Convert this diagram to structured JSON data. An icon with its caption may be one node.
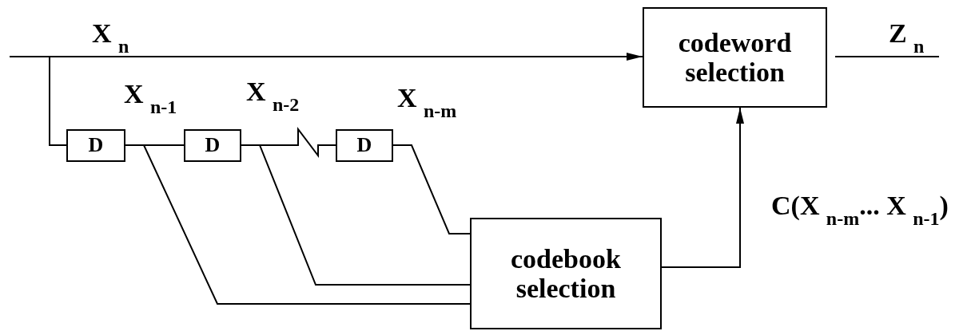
{
  "diagram": {
    "nodes": [
      {
        "text": [
          "codeword selection"
        ]
      },
      {
        "text": [
          "codebook selection"
        ]
      },
      {
        "text": [
          "D"
        ]
      },
      {
        "text": [
          "D"
        ]
      },
      {
        "text": [
          "D"
        ]
      }
    ],
    "edges": [
      {
        "from": null,
        "to": 0,
        "arrow": "to"
      },
      {
        "from": null,
        "to": 2,
        "arrow": "none"
      },
      {
        "from": 2,
        "to": 3,
        "arrow": "none"
      },
      {
        "from": 2,
        "to": 1,
        "arrow": "none"
      },
      {
        "from": 3,
        "to": 4,
        "arrow": "none"
      },
      {
        "from": 3,
        "to": 1,
        "arrow": "none"
      },
      {
        "from": 4,
        "to": 1,
        "arrow": "none"
      },
      {
        "from": 1,
        "to": 0,
        "arrow": "to"
      },
      {
        "from": 0,
        "to": null,
        "arrow": "none"
      }
    ],
    "labels": [
      "X$_{n}$",
      "X$_{n-1}$",
      "X$_{n-2}$",
      "X$_{n-m}$",
      "Z$_{n}$",
      "C(X$_{n-m}$... X$_{n-1}$)"
    ]
  }
}
